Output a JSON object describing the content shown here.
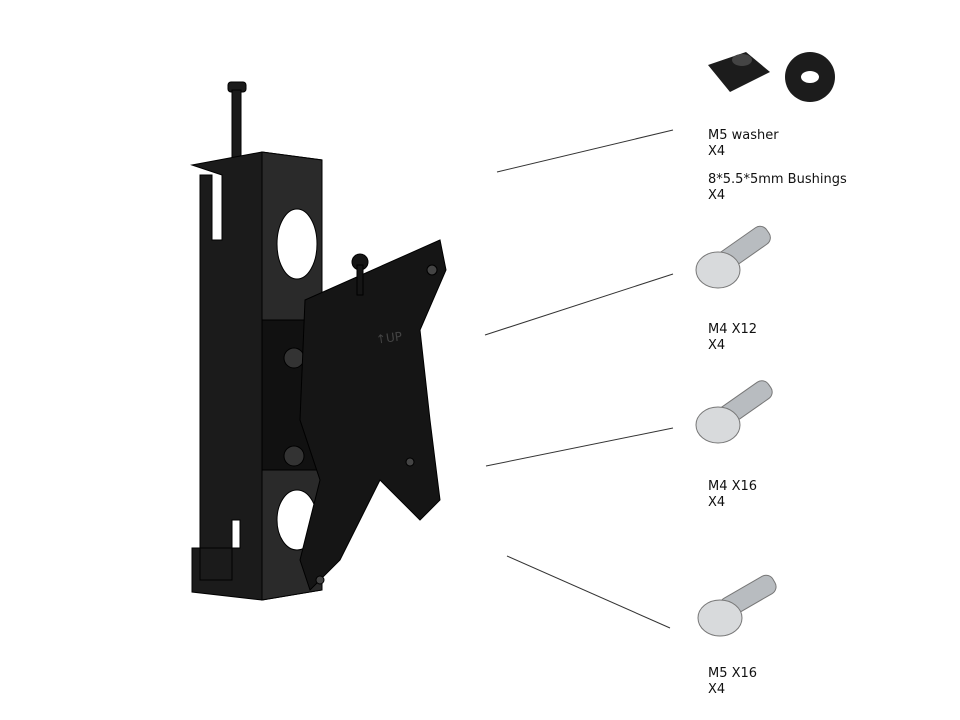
{
  "bracket": {
    "marking": "UP"
  },
  "parts": [
    {
      "name": "M5 washer",
      "qty": "X4"
    },
    {
      "name": "8*5.5*5mm Bushings",
      "qty": "X4"
    },
    {
      "name": "M4 X12",
      "qty": "X4"
    },
    {
      "name": "M4 X16",
      "qty": "X4"
    },
    {
      "name": "M5 X16",
      "qty": "X4"
    }
  ]
}
